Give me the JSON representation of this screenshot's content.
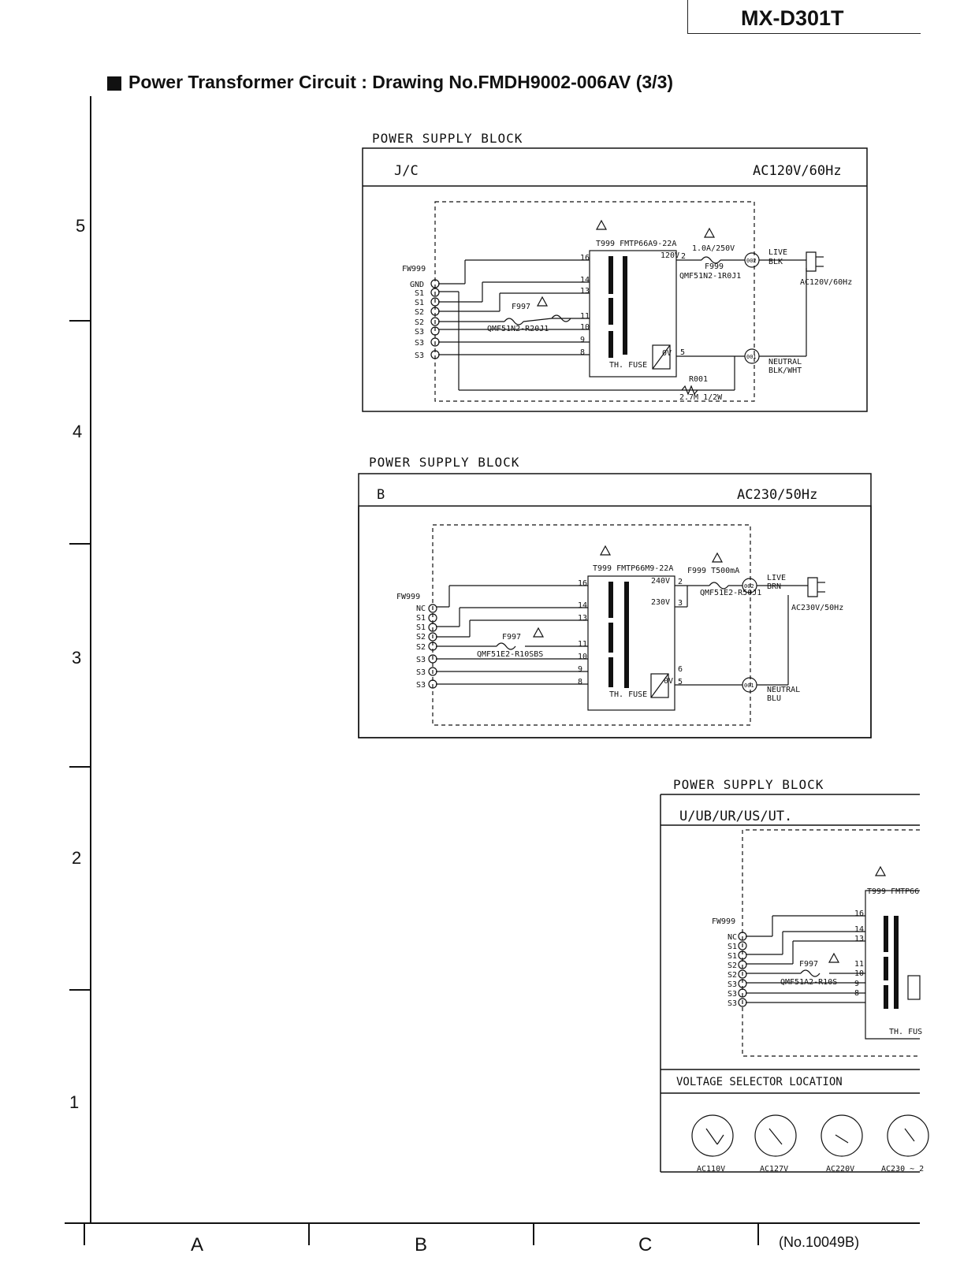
{
  "header": {
    "model": "MX-D301T"
  },
  "title": "Power Transformer Circuit : Drawing No.FMDH9002-006AV (3/3)",
  "grid": {
    "rows": [
      "5",
      "4",
      "3",
      "2",
      "1"
    ],
    "columns": [
      "A",
      "B",
      "C"
    ],
    "drawing_number": "(No.10049B)"
  },
  "blocks": [
    {
      "label": "POWER  SUPPLY BLOCK",
      "region": "J/C",
      "rating": "AC120V/60Hz",
      "transformer": "T999 FMTP66A9-22A",
      "connector": "FW999",
      "pins": [
        "GND",
        "S1",
        "S1",
        "S2",
        "S2",
        "S3",
        "S3",
        "S3"
      ],
      "pin_numbers": [
        "8",
        "7",
        "6",
        "5",
        "4",
        "3",
        "2",
        "1"
      ],
      "taps": [
        "16",
        "14",
        "13",
        "11",
        "10",
        "9",
        "8"
      ],
      "tap_120v": "120V",
      "tap_0v": "0V",
      "sec_2": "2",
      "sec_5": "5",
      "f997": "F997",
      "f997_part": "QMF51N2-R20J1",
      "f999_rating": "1.0A/250V",
      "f999": "F999",
      "f999_part": "QMF51N2-1R0J1",
      "thermal_fuse": "TH. FUSE",
      "live": "LIVE",
      "live_color": "BLK",
      "neutral": "NEUTRAL",
      "neutral_color": "BLK/WHT",
      "plug": "AC120V/60Hz",
      "node_live": "002",
      "node_neutral": "001",
      "resistor": "R001",
      "resistor_value": "2.7M 1/2W"
    },
    {
      "label": "POWER  SUPPLY BLOCK",
      "region": "B",
      "rating": "AC230/50Hz",
      "transformer": "T999 FMTP66M9-22A",
      "connector": "FW999",
      "pins": [
        "NC",
        "S1",
        "S1",
        "S2",
        "S2",
        "S3",
        "S3",
        "S3"
      ],
      "pin_numbers": [
        "8",
        "7",
        "6",
        "5",
        "4",
        "3",
        "2",
        "1"
      ],
      "taps": [
        "16",
        "14",
        "13",
        "11",
        "10",
        "9",
        "8"
      ],
      "tap_240v": "240V",
      "tap_230v": "230V",
      "tap_0v": "0V",
      "sec_2": "2",
      "sec_3": "3",
      "sec_6": "6",
      "sec_5": "5",
      "f997": "F997",
      "f997_part": "QMF51E2-R10SBS",
      "f999": "F999 T500mA",
      "f999_part": "QMF51E2-R50J1",
      "thermal_fuse": "TH. FUSE",
      "live": "LIVE",
      "live_color": "BRN",
      "neutral": "NEUTRAL",
      "neutral_color": "BLU",
      "plug": "AC230V/50Hz",
      "node_live": "002",
      "node_neutral": "001"
    },
    {
      "label": "POWER  SUPPLY BLOCK",
      "region": "U/UB/UR/US/UT.",
      "transformer": "T999 FMTP66",
      "connector": "FW999",
      "pins": [
        "NC",
        "S1",
        "S1",
        "S2",
        "S2",
        "S3",
        "S3",
        "S3"
      ],
      "pin_numbers": [
        "8",
        "7",
        "6",
        "5",
        "4",
        "3",
        "2",
        "1"
      ],
      "taps": [
        "16",
        "14",
        "13",
        "11",
        "10",
        "9",
        "8"
      ],
      "f997": "F997",
      "f997_part": "QMF51A2-R10S",
      "thermal_fuse": "TH. FUS",
      "selector_title": "VOLTAGE SELECTOR LOCATION",
      "selectors": [
        "AC110V",
        "AC127V",
        "AC220V",
        "AC230 ~ 2"
      ]
    }
  ]
}
